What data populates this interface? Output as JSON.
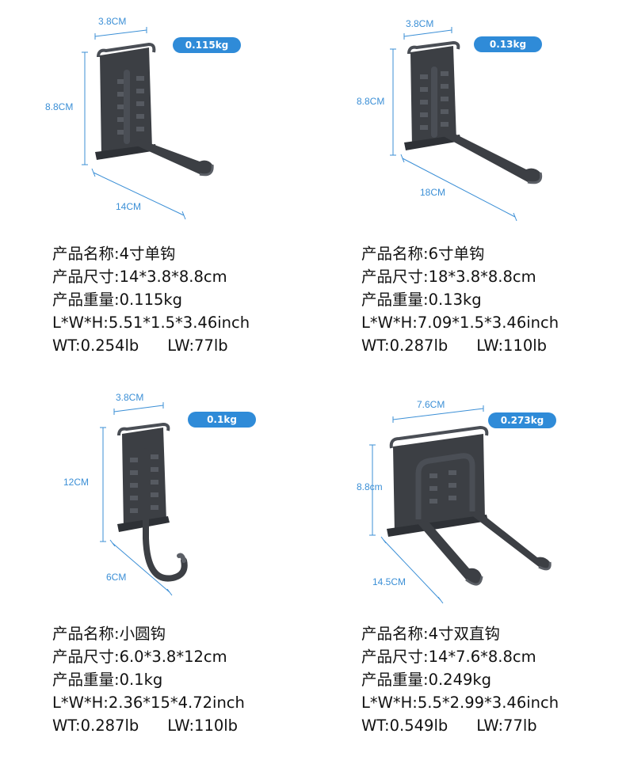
{
  "colors": {
    "badge": "#2f8bd8",
    "dimension": "#3b8fd6",
    "hook": "#3c3f44",
    "hook_light": "#5b5f66"
  },
  "products": [
    {
      "badge": "0.115kg",
      "dims": {
        "width": "3.8CM",
        "height": "8.8CM",
        "depth": "14CM"
      },
      "specs": {
        "name": "产品名称:4寸单钩",
        "size": "产品尺寸:14*3.8*8.8cm",
        "weight": "产品重量:0.115kg",
        "inch": "L*W*H:5.51*1.5*3.46inch",
        "wt": "WT:0.254lb",
        "lw": "LW:77lb"
      }
    },
    {
      "badge": "0.13kg",
      "dims": {
        "width": "3.8CM",
        "height": "8.8CM",
        "depth": "18CM"
      },
      "specs": {
        "name": "产品名称:6寸单钩",
        "size": "产品尺寸:18*3.8*8.8cm",
        "weight": "产品重量:0.13kg",
        "inch": "L*W*H:7.09*1.5*3.46inch",
        "wt": "WT:0.287lb",
        "lw": "LW:110lb"
      }
    },
    {
      "badge": "0.1kg",
      "dims": {
        "width": "3.8CM",
        "height": "12CM",
        "depth": "6CM"
      },
      "specs": {
        "name": "产品名称:小圆钩",
        "size": "产品尺寸:6.0*3.8*12cm",
        "weight": "产品重量:0.1kg",
        "inch": "L*W*H:2.36*15*4.72inch",
        "wt": "WT:0.287lb",
        "lw": "LW:110lb"
      }
    },
    {
      "badge": "0.273kg",
      "dims": {
        "width": "7.6CM",
        "height": "8.8cm",
        "depth": "14.5CM"
      },
      "specs": {
        "name": "产品名称:4寸双直钩",
        "size": "产品尺寸:14*7.6*8.8cm",
        "weight": "产品重量:0.249kg",
        "inch": "L*W*H:5.5*2.99*3.46inch",
        "wt": "WT:0.549lb",
        "lw": "LW:77lb"
      }
    }
  ]
}
